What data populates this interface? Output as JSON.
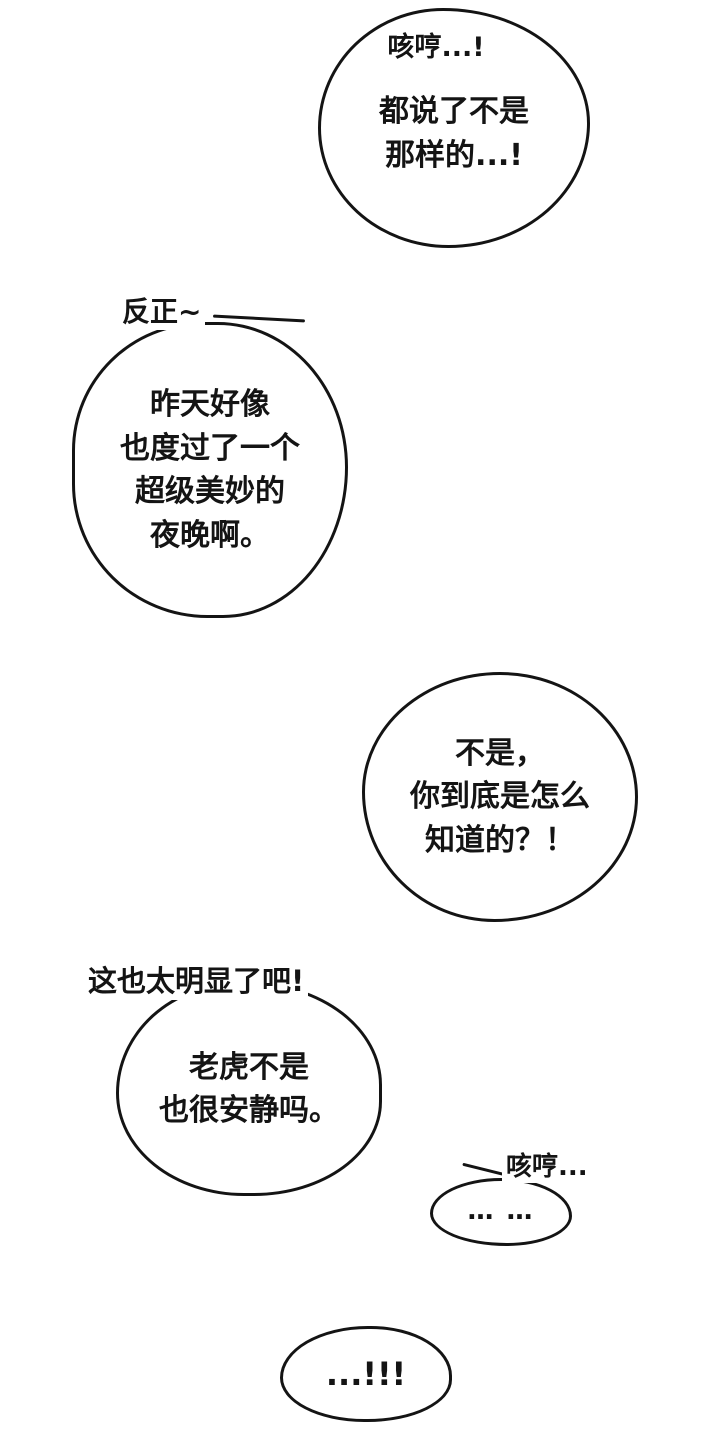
{
  "page": {
    "background_color": "#ffffff",
    "ink_color": "#141414"
  },
  "bubbles": [
    {
      "id": "bubble-top",
      "caption": "咳哼...!",
      "lines": [
        "都说了不是",
        "那样的...!"
      ]
    },
    {
      "id": "bubble-left-upper",
      "caption": "反正~",
      "lines": [
        "昨天好像",
        "也度过了一个",
        "超级美妙的",
        "夜晚啊。"
      ]
    },
    {
      "id": "bubble-right-middle",
      "lines": [
        "不是，",
        "你到底是怎么",
        "知道的？！"
      ]
    },
    {
      "id": "bubble-left-lower",
      "caption": "这也太明显了吧!",
      "lines": [
        "老虎不是",
        "也很安静吗。"
      ]
    },
    {
      "id": "bubble-small-right",
      "caption": "咳哼...",
      "lines": [
        "… …"
      ]
    },
    {
      "id": "bubble-bottom",
      "lines": [
        "...!!!"
      ]
    }
  ]
}
